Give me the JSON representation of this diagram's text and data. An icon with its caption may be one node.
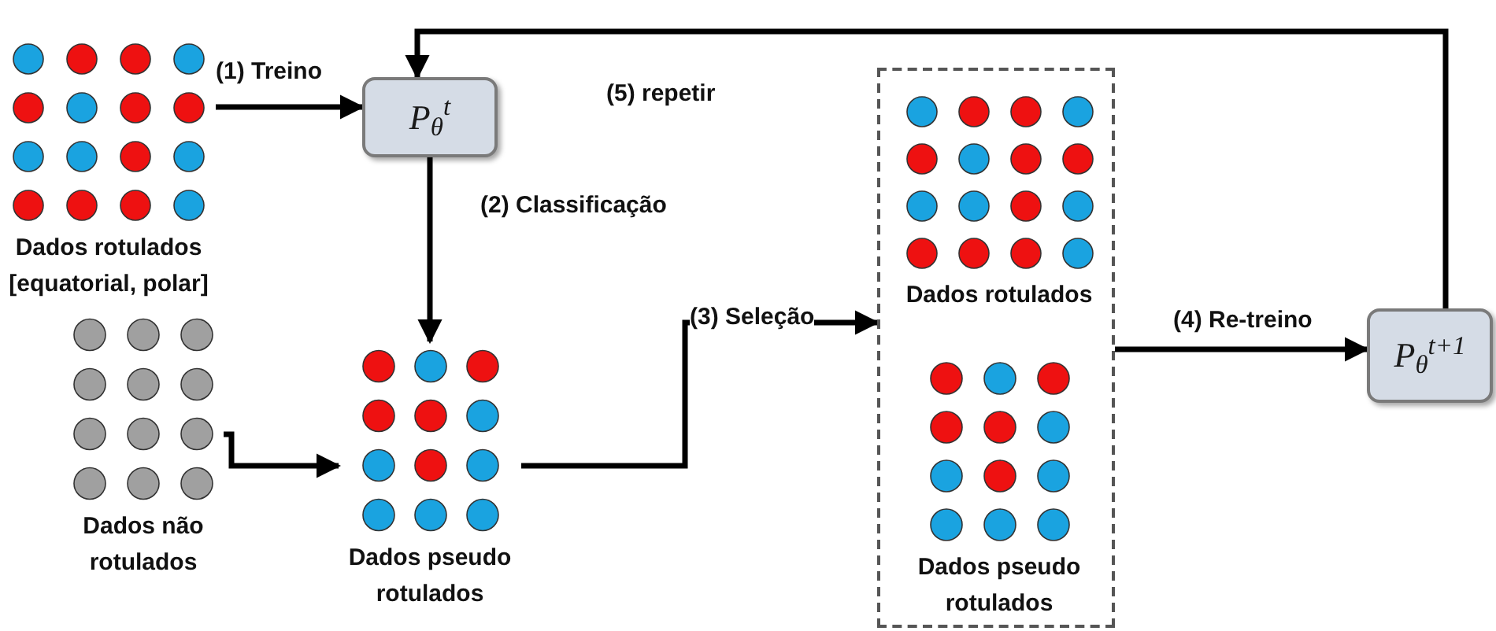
{
  "diagram": {
    "nodes": [
      {
        "text": [
          "Dados rotulados [equatorial, polar]"
        ]
      },
      {
        "text": [
          "P$_{θ}$$^{t}$"
        ]
      },
      {
        "text": [
          "Dados não rotulados"
        ]
      },
      {
        "text": [
          "Dados pseudo rotulados"
        ]
      },
      {
        "text": [],
        "shape": "box"
      },
      {
        "text": [
          "Dados rotulados"
        ],
        "in": 4
      },
      {
        "text": [
          "Dados pseudo rotulados"
        ],
        "in": 4
      },
      {
        "text": [
          "P$_{θ}$$^{t+1}$"
        ]
      }
    ],
    "edges": [
      {
        "from": 0,
        "to": 1,
        "arrow": "to",
        "label": "(1) Treino"
      },
      {
        "from": 1,
        "to": 3,
        "arrow": "to",
        "label": "(2) Classificação"
      },
      {
        "from": 2,
        "to": 3,
        "arrow": "to"
      },
      {
        "from": 3,
        "to": 4,
        "arrow": "to",
        "label": "(3) Seleção"
      },
      {
        "from": 4,
        "to": 7,
        "arrow": "to",
        "label": "(4) Re-treino"
      },
      {
        "from": 7,
        "to": 1,
        "arrow": "to",
        "label": "(5) repetir"
      }
    ]
  }
}
